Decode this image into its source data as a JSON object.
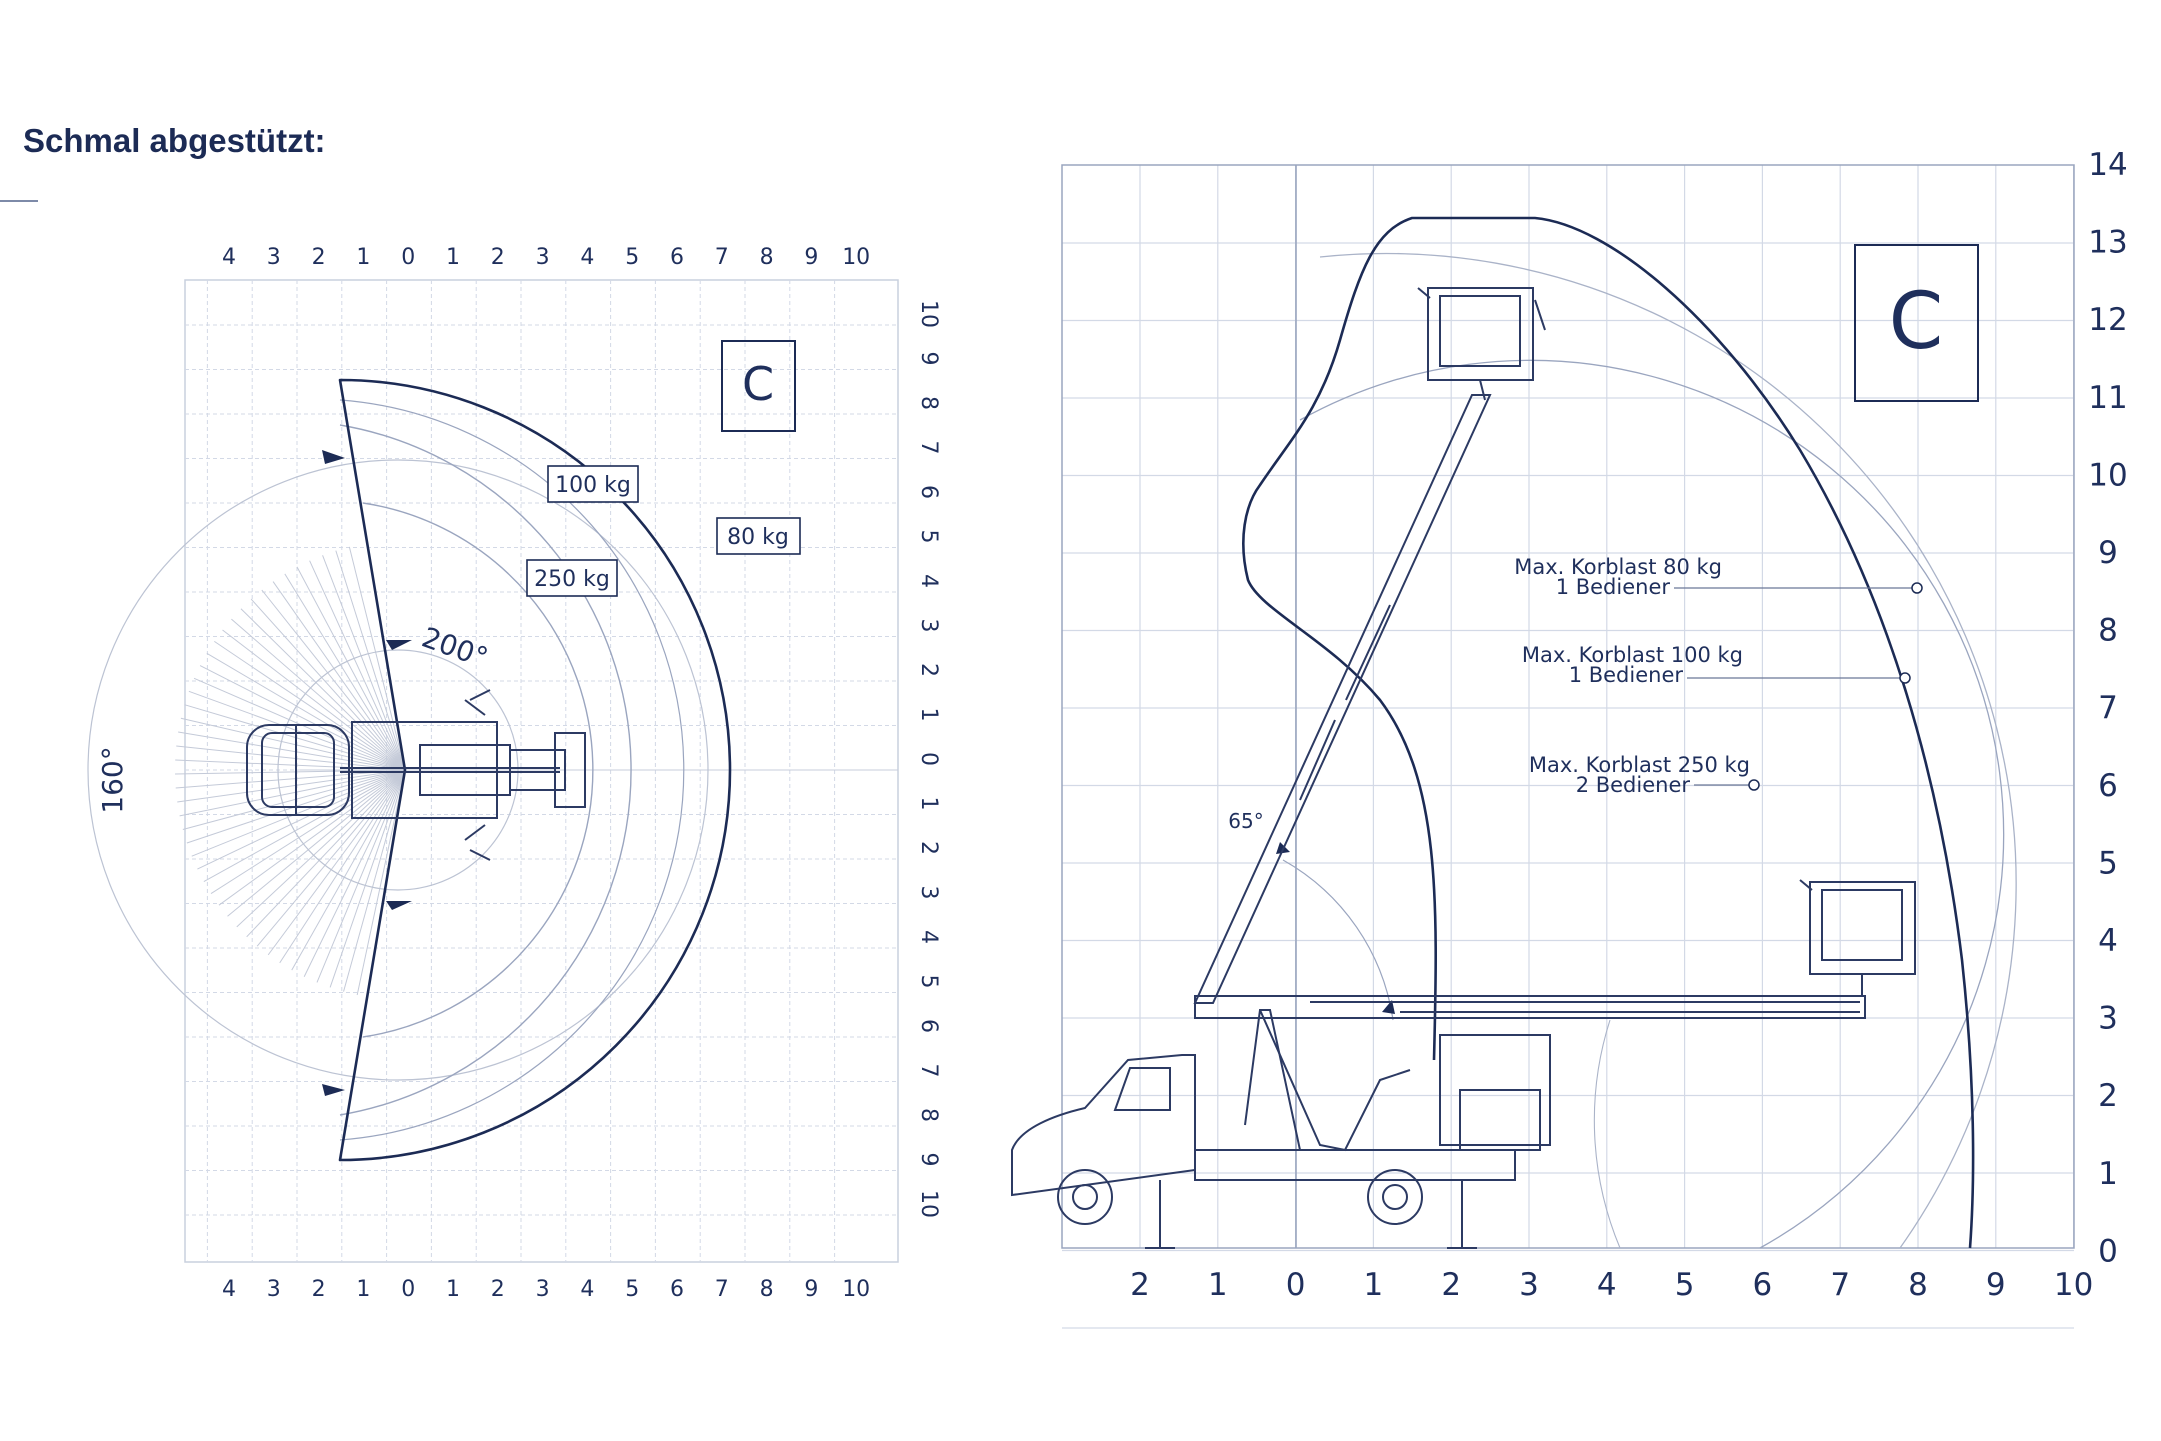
{
  "title": "Schmal abgestützt:",
  "colors": {
    "line": "#1c2b55",
    "grid": "#d3d9e6",
    "text": "#1f2f5c",
    "light": "#b8c0d2"
  },
  "top_view": {
    "class_label": "C",
    "x_ticks": [
      "4",
      "3",
      "2",
      "1",
      "0",
      "1",
      "2",
      "3",
      "4",
      "5",
      "6",
      "7",
      "8",
      "9",
      "10"
    ],
    "y_ticks": [
      "10",
      "9",
      "8",
      "7",
      "6",
      "5",
      "4",
      "3",
      "2",
      "1",
      "0",
      "1",
      "2",
      "3",
      "4",
      "5",
      "6",
      "7",
      "8",
      "9",
      "10"
    ],
    "load_labels": [
      "100 kg",
      "80 kg",
      "250 kg"
    ],
    "angle_front": "200°",
    "angle_rear": "160°"
  },
  "side_view": {
    "class_label": "C",
    "x_ticks": [
      "2",
      "1",
      "0",
      "1",
      "2",
      "3",
      "4",
      "5",
      "6",
      "7",
      "8",
      "9",
      "10"
    ],
    "y_ticks": [
      "14",
      "13",
      "12",
      "11",
      "10",
      "9",
      "8",
      "7",
      "6",
      "5",
      "4",
      "3",
      "2",
      "1",
      "0"
    ],
    "angle": "65°",
    "loads": [
      {
        "line1": "Max. Korblast 80 kg",
        "line2": "1 Bediener"
      },
      {
        "line1": "Max. Korblast 100 kg",
        "line2": "1 Bediener"
      },
      {
        "line1": "Max. Korblast 250 kg",
        "line2": "2 Bediener"
      }
    ]
  }
}
